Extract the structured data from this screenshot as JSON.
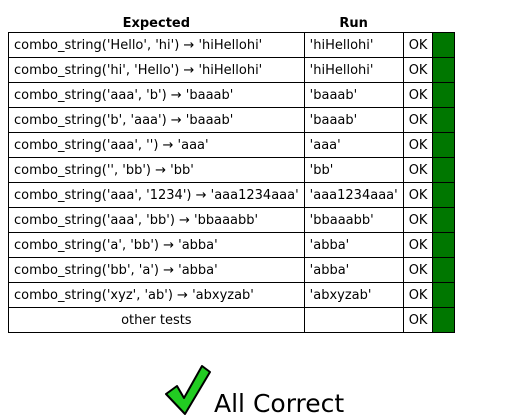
{
  "table": {
    "headers": {
      "expected": "Expected",
      "run": "Run"
    },
    "rows": [
      {
        "expected": "combo_string('Hello', 'hi') → 'hiHellohi'",
        "run": "'hiHellohi'",
        "status": "OK"
      },
      {
        "expected": "combo_string('hi', 'Hello') → 'hiHellohi'",
        "run": "'hiHellohi'",
        "status": "OK"
      },
      {
        "expected": "combo_string('aaa', 'b') → 'baaab'",
        "run": "'baaab'",
        "status": "OK"
      },
      {
        "expected": "combo_string('b', 'aaa') → 'baaab'",
        "run": "'baaab'",
        "status": "OK"
      },
      {
        "expected": "combo_string('aaa', '') → 'aaa'",
        "run": "'aaa'",
        "status": "OK"
      },
      {
        "expected": "combo_string('', 'bb') → 'bb'",
        "run": "'bb'",
        "status": "OK"
      },
      {
        "expected": "combo_string('aaa', '1234') → 'aaa1234aaa'",
        "run": "'aaa1234aaa'",
        "status": "OK"
      },
      {
        "expected": "combo_string('aaa', 'bb') → 'bbaaabb'",
        "run": "'bbaaabb'",
        "status": "OK"
      },
      {
        "expected": "combo_string('a', 'bb') → 'abba'",
        "run": "'abba'",
        "status": "OK"
      },
      {
        "expected": "combo_string('bb', 'a') → 'abba'",
        "run": "'abba'",
        "status": "OK"
      },
      {
        "expected": "combo_string('xyz', 'ab') → 'abxyzab'",
        "run": "'abxyzab'",
        "status": "OK"
      }
    ],
    "other_tests": {
      "label": "other tests",
      "run": "",
      "status": "OK"
    }
  },
  "summary": {
    "text": "All Correct",
    "icon": "checkmark-icon",
    "icon_color": "#22cc22"
  },
  "colors": {
    "pass": "#007700"
  }
}
